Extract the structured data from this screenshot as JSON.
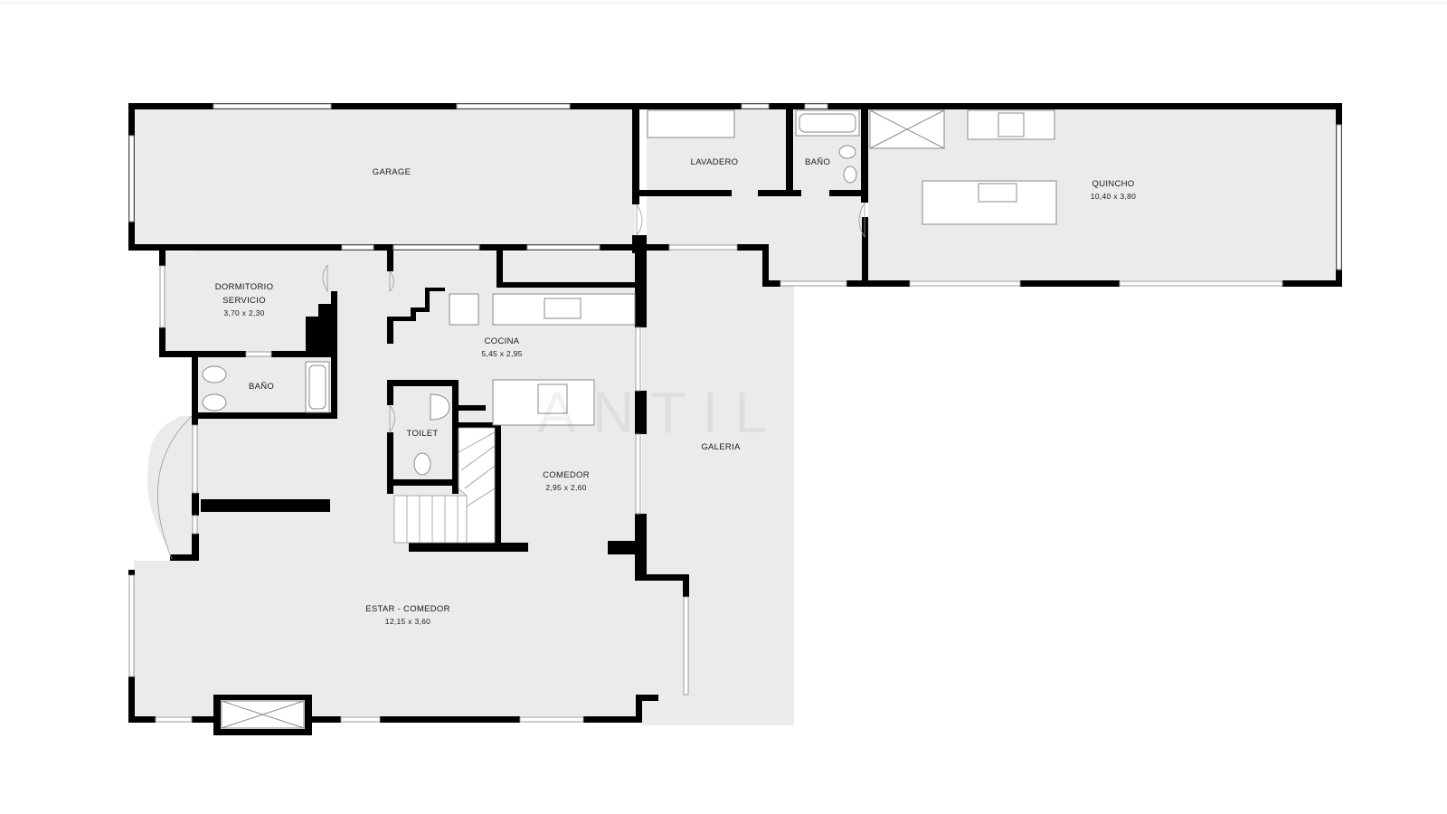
{
  "watermark": "ANTIL",
  "rooms": {
    "garage": {
      "name": "GARAGE"
    },
    "lavadero": {
      "name": "LAVADERO"
    },
    "bano_upper": {
      "name": "BAÑO"
    },
    "quincho": {
      "name": "QUINCHO",
      "dims": "10,40 x 3,80"
    },
    "dormitorio": {
      "name_line1": "DORMITORIO",
      "name_line2": "SERVICIO",
      "dims": "3,70 x 2,30"
    },
    "bano_lower": {
      "name": "BAÑO"
    },
    "cocina": {
      "name": "COCINA",
      "dims": "5,45 x 2,95"
    },
    "toilet": {
      "name": "TOILET"
    },
    "galeria": {
      "name": "GALERIA"
    },
    "comedor": {
      "name": "COMEDOR",
      "dims": "2,95 x 2,60"
    },
    "estar": {
      "name": "ESTAR - COMEDOR",
      "dims": "12,15 x 3,60"
    }
  },
  "colors": {
    "wall": "#000000",
    "floor": "#ebebeb",
    "fixture": "#ffffff",
    "fixture_line": "#8a8a8a",
    "text": "#1a1a1a"
  }
}
